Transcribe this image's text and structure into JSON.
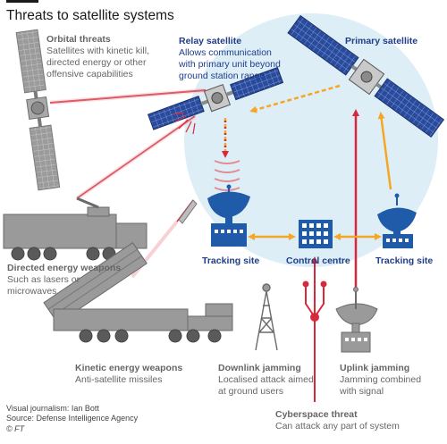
{
  "header": {
    "title": "Threats to satellite systems"
  },
  "labels": {
    "orbital": {
      "heading": "Orbital threats",
      "lines": [
        "Satellites with kinetic kill,",
        "directed energy or other",
        "offensive capabilities"
      ]
    },
    "relay": {
      "heading": "Relay satellite",
      "lines": [
        "Allows communication",
        "with primary unit beyond",
        "ground station range"
      ]
    },
    "primary": {
      "heading": "Primary  satellite"
    },
    "tracking_left": {
      "heading": "Tracking site"
    },
    "control": {
      "heading": "Control centre"
    },
    "tracking_right": {
      "heading": "Tracking site"
    },
    "directed": {
      "heading": "Directed energy weapons",
      "lines": [
        "Such as lasers or",
        "microwaves"
      ]
    },
    "kinetic": {
      "heading": "Kinetic energy weapons",
      "lines": [
        "Anti-satellite missiles"
      ]
    },
    "downlink": {
      "heading": "Downlink jamming",
      "lines": [
        "Localised attack aimed",
        "at ground users"
      ]
    },
    "uplink": {
      "heading": "Uplink jamming",
      "lines": [
        "Jamming combined",
        "with signal"
      ]
    },
    "cyber": {
      "heading": "Cyberspace threat",
      "lines": [
        "Can attack any part of system"
      ]
    }
  },
  "footer": {
    "credit": "Visual journalism: Ian Bott",
    "source": "Source:  Defense Intelligence Agency",
    "copyright": "© FT"
  },
  "colors": {
    "threat_red": "#d6293b",
    "link_orange": "#f5a623",
    "satellite_blue": "#1f3d8a",
    "ground_blue": "#1f5ba8",
    "coverage_bg": "#ddeef7",
    "hardware_grey": "#8a8a8a"
  },
  "icons": [
    "relay-satellite-icon",
    "primary-satellite-icon",
    "orbital-threat-satellite-icon",
    "tracking-dish-icon",
    "control-centre-icon",
    "laser-truck-icon",
    "missile-launcher-icon",
    "radio-mast-icon",
    "uplink-dish-icon",
    "cyber-network-icon"
  ]
}
